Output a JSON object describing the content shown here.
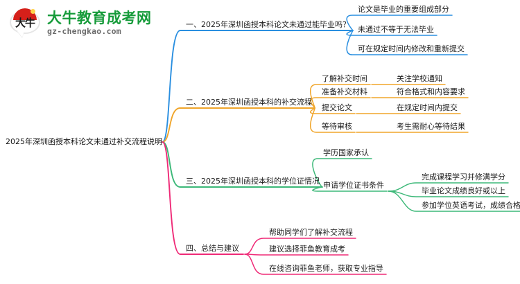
{
  "logo": {
    "glyph": "大牛",
    "brand": "大牛教育成考网",
    "url": "gz-chengkao.com"
  },
  "mindmap": {
    "root": "2025年深圳函授本科论文未通过补交流程说明",
    "branches": [
      {
        "label": "一、2025年深圳函授本科论文未通过能毕业吗？",
        "color": "#2a8fe0",
        "children": [
          {
            "label": "论文是毕业的重要组成部分",
            "children": []
          },
          {
            "label": "未通过不等于无法毕业",
            "children": []
          },
          {
            "label": "可在规定时间内修改和重新提交",
            "children": []
          }
        ]
      },
      {
        "label": "二、2025年深圳函授本科的补交流程",
        "color": "#f0a52a",
        "children": [
          {
            "label": "了解补交时间",
            "children": [
              "关注学校通知"
            ]
          },
          {
            "label": "准备补交材料",
            "children": [
              "符合格式和内容要求"
            ]
          },
          {
            "label": "提交论文",
            "children": [
              "在规定时间内提交"
            ]
          },
          {
            "label": "等待审核",
            "children": [
              "考生需耐心等待结果"
            ]
          }
        ]
      },
      {
        "label": "三、2025年深圳函授本科的学位证情况",
        "color": "#3cb878",
        "children": [
          {
            "label": "学历国家承认",
            "children": []
          },
          {
            "label": "申请学位证书条件",
            "children": [
              "完成课程学习并修满学分",
              "毕业论文成绩良好或以上",
              "参加学位英语考试，成绩合格"
            ]
          }
        ]
      },
      {
        "label": "四、总结与建议",
        "color": "#ef2a77",
        "children": [
          {
            "label": "帮助同学们了解补交流程",
            "children": []
          },
          {
            "label": "建议选择菲鱼教育成考",
            "children": []
          },
          {
            "label": "在线咨询菲鱼老师，获取专业指导",
            "children": []
          }
        ]
      }
    ]
  }
}
